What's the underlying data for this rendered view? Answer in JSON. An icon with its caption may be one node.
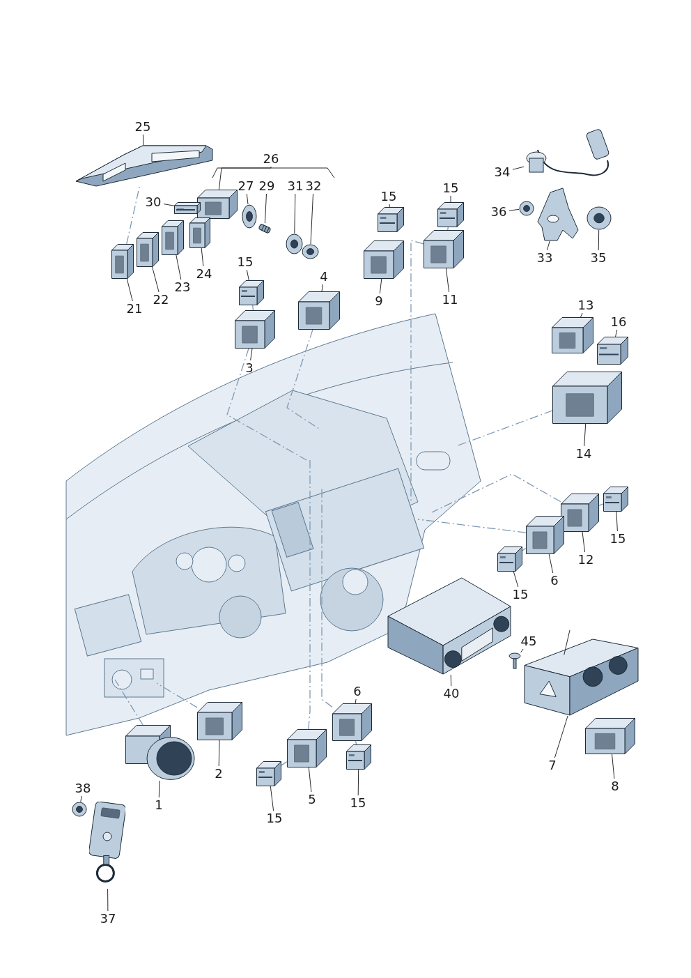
{
  "diagram": {
    "nodes": [
      {
        "text": [
          "25"
        ]
      },
      {
        "text": [],
        "shape": "picture"
      },
      {
        "text": [
          "26"
        ]
      },
      {
        "text": [],
        "shape": "picture"
      },
      {
        "text": [
          "27"
        ]
      },
      {
        "text": [],
        "shape": "picture"
      },
      {
        "text": [
          "29"
        ]
      },
      {
        "text": [],
        "shape": "picture"
      },
      {
        "text": [
          "31"
        ]
      },
      {
        "text": [],
        "shape": "picture"
      },
      {
        "text": [
          "32"
        ]
      },
      {
        "text": [],
        "shape": "picture"
      },
      {
        "text": [
          "30"
        ]
      },
      {
        "text": [],
        "shape": "picture"
      },
      {
        "text": [
          "21"
        ]
      },
      {
        "text": [],
        "shape": "picture"
      },
      {
        "text": [
          "22"
        ]
      },
      {
        "text": [],
        "shape": "picture"
      },
      {
        "text": [
          "23"
        ]
      },
      {
        "text": [],
        "shape": "picture"
      },
      {
        "text": [
          "24"
        ]
      },
      {
        "text": [],
        "shape": "picture"
      },
      {
        "text": [
          "15"
        ]
      },
      {
        "text": [],
        "shape": "picture"
      },
      {
        "text": [
          "3"
        ]
      },
      {
        "text": [],
        "shape": "picture"
      },
      {
        "text": [
          "4"
        ]
      },
      {
        "text": [],
        "shape": "picture"
      },
      {
        "text": [
          "15"
        ]
      },
      {
        "text": [],
        "shape": "picture"
      },
      {
        "text": [
          "9"
        ]
      },
      {
        "text": [],
        "shape": "picture"
      },
      {
        "text": [
          "15"
        ]
      },
      {
        "text": [],
        "shape": "picture"
      },
      {
        "text": [
          "11"
        ]
      },
      {
        "text": [],
        "shape": "picture"
      },
      {
        "text": [
          "34"
        ]
      },
      {
        "text": [],
        "shape": "picture"
      },
      {
        "text": [
          "36"
        ]
      },
      {
        "text": [],
        "shape": "picture"
      },
      {
        "text": [
          "33"
        ]
      },
      {
        "text": [],
        "shape": "picture"
      },
      {
        "text": [
          "35"
        ]
      },
      {
        "text": [],
        "shape": "picture"
      },
      {
        "text": [
          "13"
        ]
      },
      {
        "text": [],
        "shape": "picture"
      },
      {
        "text": [
          "16"
        ]
      },
      {
        "text": [],
        "shape": "picture"
      },
      {
        "text": [
          "14"
        ]
      },
      {
        "text": [],
        "shape": "picture"
      },
      {
        "text": [
          "15"
        ]
      },
      {
        "text": [],
        "shape": "picture"
      },
      {
        "text": [
          "12"
        ]
      },
      {
        "text": [],
        "shape": "picture"
      },
      {
        "text": [
          "6"
        ]
      },
      {
        "text": [],
        "shape": "picture"
      },
      {
        "text": [
          "15"
        ]
      },
      {
        "text": [],
        "shape": "picture"
      },
      {
        "text": [
          "40"
        ]
      },
      {
        "text": [],
        "shape": "picture"
      },
      {
        "text": [
          "45"
        ]
      },
      {
        "text": [],
        "shape": "picture"
      },
      {
        "text": [
          "7"
        ]
      },
      {
        "text": [],
        "shape": "picture"
      },
      {
        "text": [
          "8"
        ]
      },
      {
        "text": [],
        "shape": "picture"
      },
      {
        "text": [
          "6"
        ]
      },
      {
        "text": [],
        "shape": "picture"
      },
      {
        "text": [
          "15"
        ]
      },
      {
        "text": [],
        "shape": "picture"
      },
      {
        "text": [
          "5"
        ]
      },
      {
        "text": [],
        "shape": "picture"
      },
      {
        "text": [
          "15"
        ]
      },
      {
        "text": [],
        "shape": "picture"
      },
      {
        "text": [
          "2"
        ]
      },
      {
        "text": [],
        "shape": "picture"
      },
      {
        "text": [
          "1"
        ]
      },
      {
        "text": [],
        "shape": "picture"
      },
      {
        "text": [
          "38"
        ]
      },
      {
        "text": [],
        "shape": "picture"
      },
      {
        "text": [
          "37"
        ]
      },
      {
        "text": [],
        "shape": "picture"
      }
    ],
    "edges": [
      {
        "from": 0,
        "to": 1,
        "arrow": "none"
      },
      {
        "from": 2,
        "to": 3,
        "arrow": "none"
      },
      {
        "from": 4,
        "to": 5,
        "arrow": "none"
      },
      {
        "from": 6,
        "to": 7,
        "arrow": "none"
      },
      {
        "from": 8,
        "to": 9,
        "arrow": "none"
      },
      {
        "from": 10,
        "to": 11,
        "arrow": "none"
      },
      {
        "from": 12,
        "to": 13,
        "arrow": "none"
      },
      {
        "from": 14,
        "to": 15,
        "arrow": "none"
      },
      {
        "from": 16,
        "to": 17,
        "arrow": "none"
      },
      {
        "from": 18,
        "to": 19,
        "arrow": "none"
      },
      {
        "from": 20,
        "to": 21,
        "arrow": "none"
      },
      {
        "from": 22,
        "to": 23,
        "arrow": "none"
      },
      {
        "from": 24,
        "to": 25,
        "arrow": "none"
      },
      {
        "from": 26,
        "to": 27,
        "arrow": "none"
      },
      {
        "from": 28,
        "to": 29,
        "arrow": "none"
      },
      {
        "from": 30,
        "to": 31,
        "arrow": "none"
      },
      {
        "from": 32,
        "to": 33,
        "arrow": "none"
      },
      {
        "from": 34,
        "to": 35,
        "arrow": "none"
      },
      {
        "from": 36,
        "to": 37,
        "arrow": "none"
      },
      {
        "from": 38,
        "to": 39,
        "arrow": "none"
      },
      {
        "from": 40,
        "to": 41,
        "arrow": "none"
      },
      {
        "from": 42,
        "to": 43,
        "arrow": "none"
      },
      {
        "from": 44,
        "to": 45,
        "arrow": "none"
      },
      {
        "from": 46,
        "to": 47,
        "arrow": "none"
      },
      {
        "from": 48,
        "to": 49,
        "arrow": "none"
      },
      {
        "from": 50,
        "to": 51,
        "arrow": "none"
      },
      {
        "from": 52,
        "to": 53,
        "arrow": "none"
      },
      {
        "from": 54,
        "to": 55,
        "arrow": "none"
      },
      {
        "from": 56,
        "to": 57,
        "arrow": "none"
      },
      {
        "from": 58,
        "to": 59,
        "arrow": "none"
      },
      {
        "from": 60,
        "to": 61,
        "arrow": "none"
      },
      {
        "from": 62,
        "to": 63,
        "arrow": "none"
      },
      {
        "from": 64,
        "to": 65,
        "arrow": "none"
      },
      {
        "from": 66,
        "to": 67,
        "arrow": "none"
      },
      {
        "from": 68,
        "to": 69,
        "arrow": "none"
      },
      {
        "from": 70,
        "to": 71,
        "arrow": "none"
      },
      {
        "from": 72,
        "to": 73,
        "arrow": "none"
      },
      {
        "from": 74,
        "to": 75,
        "arrow": "none"
      },
      {
        "from": 76,
        "to": 77,
        "arrow": "none"
      },
      {
        "from": 78,
        "to": 79,
        "arrow": "none"
      },
      {
        "from": 80,
        "to": 81,
        "arrow": "none"
      },
      {
        "from": 25,
        "to": null,
        "arrow": "none",
        "style": "dashed",
        "color": "#7f9ab5"
      },
      {
        "from": 27,
        "to": null,
        "arrow": "none",
        "style": "dashed",
        "color": "#7f9ab5"
      },
      {
        "from": 35,
        "to": null,
        "arrow": "none",
        "style": "dashed",
        "color": "#7f9ab5"
      },
      {
        "from": 49,
        "to": null,
        "arrow": "none",
        "style": "dashed",
        "color": "#7f9ab5"
      },
      {
        "from": 53,
        "to": null,
        "arrow": "none",
        "style": "dashed",
        "color": "#7f9ab5"
      },
      {
        "from": 55,
        "to": null,
        "arrow": "none",
        "style": "dashed",
        "color": "#7f9ab5"
      },
      {
        "from": 77,
        "to": null,
        "arrow": "none",
        "style": "dashed",
        "color": "#7f9ab5"
      },
      {
        "from": 75,
        "to": null,
        "arrow": "none",
        "style": "dashed",
        "color": "#7f9ab5"
      },
      {
        "from": 71,
        "to": null,
        "arrow": "none",
        "style": "dashed",
        "color": "#7f9ab5"
      },
      {
        "from": 67,
        "to": null,
        "arrow": "none",
        "style": "dashed",
        "color": "#7f9ab5"
      },
      {
        "from": 23,
        "to": 25,
        "arrow": "none",
        "style": "dashed",
        "color": "#7f9ab5"
      },
      {
        "from": 33,
        "to": 35,
        "arrow": "none",
        "style": "dashed",
        "color": "#7f9ab5"
      },
      {
        "from": 51,
        "to": 53,
        "arrow": "none",
        "style": "dashed",
        "color": "#7f9ab5"
      },
      {
        "from": 57,
        "to": 55,
        "arrow": "none",
        "style": "dashed",
        "color": "#7f9ab5"
      },
      {
        "from": 69,
        "to": 67,
        "arrow": "none",
        "style": "dashed",
        "color": "#7f9ab5"
      },
      {
        "from": 73,
        "to": 71,
        "arrow": "none",
        "style": "dashed",
        "color": "#7f9ab5"
      },
      {
        "from": 15,
        "to": 1,
        "arrow": "none",
        "style": "dashed",
        "color": "#7f9ab5"
      }
    ]
  }
}
